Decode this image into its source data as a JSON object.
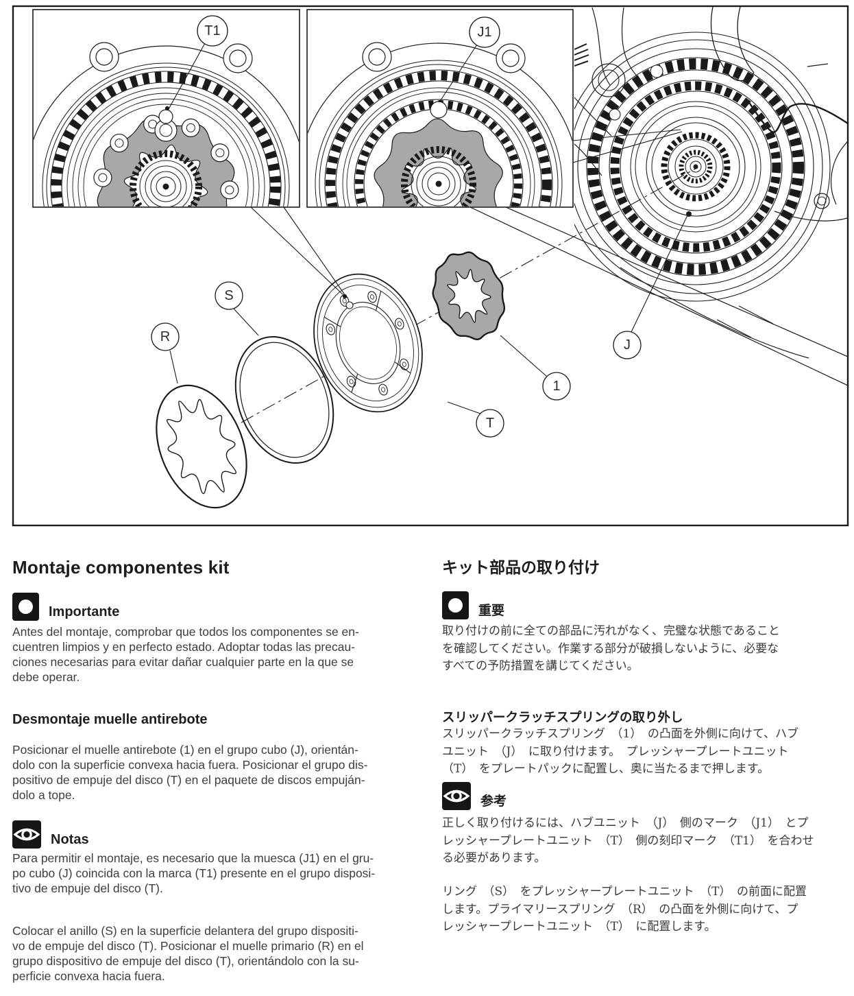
{
  "figure": {
    "callouts": {
      "t1": "T1",
      "j1": "J1",
      "s": "S",
      "r": "R",
      "t": "T",
      "one": "1",
      "j": "J"
    }
  },
  "left_column": {
    "title": "Montaje componentes kit",
    "important_label": "Importante",
    "important_text": "Antes del montaje, comprobar que todos los componentes se en-\ncuentren limpios y en perfecto estado. Adoptar todas las precau-\nciones necesarias para evitar dañar cualquier parte en la que se\ndebe operar.",
    "subheading": "Desmontaje muelle antirebote",
    "para1": "Posicionar el muelle antirebote (1) en el grupo cubo (J), orientán-\ndolo con la superficie convexa hacia fuera. Posicionar el grupo dis-\npositivo de empuje del disco (T) en el paquete de discos empuján-\ndolo a tope.",
    "notes_label": "Notas",
    "notes_text": "Para permitir el montaje, es necesario que la muesca (J1) en el gru-\npo cubo (J) coincida con la marca (T1) presente en el grupo disposi-\ntivo de empuje del disco (T).",
    "para2": "Colocar el anillo (S) en la superficie delantera del grupo dispositi-\nvo de empuje del disco (T). Posicionar el muelle primario (R) en el\ngrupo dispositivo de empuje del disco (T), orientándolo con la su-\nperficie convexa hacia fuera."
  },
  "right_column": {
    "title": "キット部品の取り付け",
    "important_label": "重要",
    "important_text": "取り付けの前に全ての部品に汚れがなく、完璧な状態であること\nを確認してください。作業する部分が破損しないように、必要な\nすべての予防措置を講じてください。",
    "subheading": "スリッパークラッチスプリングの取り外し",
    "para1": "スリッパークラッチスプリング　（1）　の凸面を外側に向けて、ハブ\nユニット　（J）　に取り付けます。　プレッシャープレートユニット\n（T）　をプレートパックに配置し、奥に当たるまで押します。",
    "notes_label": "参考",
    "notes_text": "正しく取り付けるには、ハブユニット　（J）　側のマーク　（J1）　とプ\nレッシャープレートユニット　（T）　側の刻印マーク　（T1）　を合わせ\nる必要があります。",
    "para2": "リング　（S）　をプレッシャープレートユニット　（T）　の前面に配置\nします。プライマリースプリング　（R）　の凸面を外側に向けて、プ\nレッシャープレートユニット　（T）　に配置します。"
  }
}
